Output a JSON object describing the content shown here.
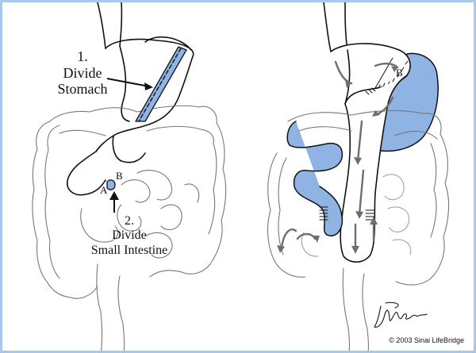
{
  "labels": {
    "step1_number": "1.",
    "step1_line1": "Divide",
    "step1_line2": "Stomach",
    "step2_number": "2.",
    "step2_line1": "Divide",
    "step2_line2": "Small Intestine",
    "point_a": "A",
    "point_b": "B",
    "point_b_right": "B"
  },
  "signature_text": "JMarlowe",
  "copyright": "© 2003 Sinai LifeBridge",
  "colors": {
    "highlight": "#8fb3e2",
    "outline": "#111111",
    "arrow": "#6e6e6e",
    "frame": "#a9c7e6"
  },
  "icons": {
    "divide_arrow": "arrow-right-icon",
    "flow_arrow": "arrow-icon"
  }
}
